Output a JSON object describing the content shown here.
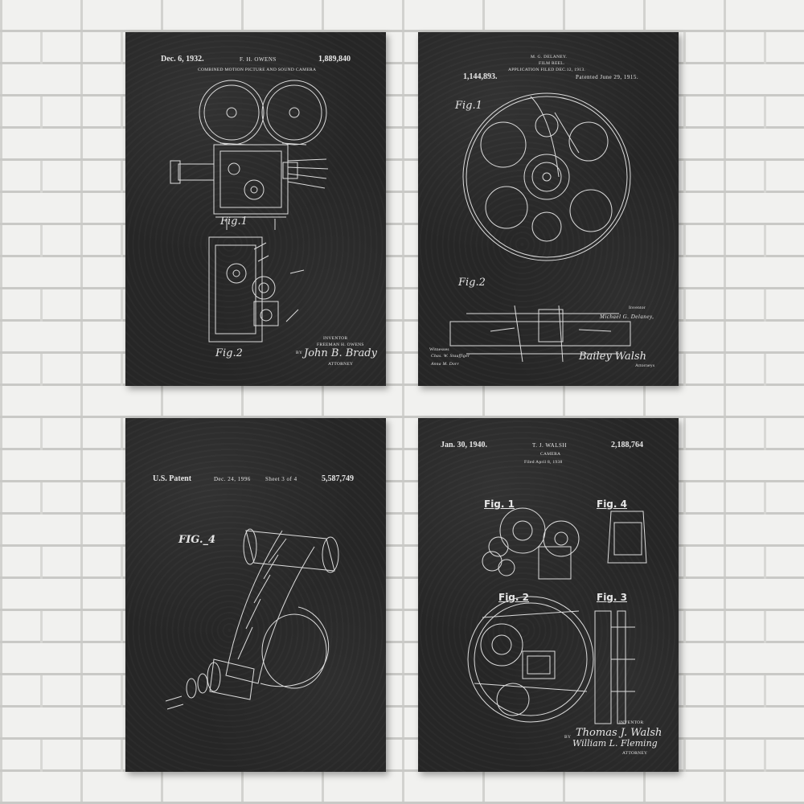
{
  "posters": [
    {
      "date": "Dec. 6, 1932.",
      "inventor": "F. H. OWENS",
      "number": "1,889,840",
      "title": "COMBINED MOTION PICTURE AND SOUND CAMERA",
      "fig1": "Fig.1",
      "fig2": "Fig.2",
      "inventor_label": "INVENTOR",
      "inventor_name": "FREEMAN H. OWENS",
      "by_label": "BY",
      "signature": "John B. Brady",
      "attorney_label": "ATTORNEY"
    },
    {
      "inventor": "M. G. DELANEY.",
      "title": "FILM REEL.",
      "application": "APPLICATION FILED DEC.12, 1913.",
      "number": "1,144,893.",
      "patented": "Patented June 29, 1915.",
      "fig1": "Fig.1",
      "fig2": "Fig.2",
      "inventor_label": "Inventor",
      "inventor_name": "Michael G. Delaney,",
      "witnesses_label": "Witnesses",
      "witness1": "Chas. W. Stauffiger",
      "witness2": "Anna M. Dorr",
      "signature": "Bailey Walsh",
      "attorney_label": "Attorneys"
    },
    {
      "header": "U.S. Patent",
      "date": "Dec. 24, 1996",
      "sheet": "Sheet 3 of 4",
      "number": "5,587,749",
      "fig": "FIG._4"
    },
    {
      "date": "Jan. 30, 1940.",
      "inventor": "T. J. WALSH",
      "number": "2,188,764",
      "title": "CAMERA",
      "filed": "Filed April 8, 1938",
      "fig1": "Fig. 1",
      "fig2": "Fig. 2",
      "fig3": "Fig. 3",
      "fig4": "Fig. 4",
      "inventor_label": "INVENTOR",
      "by_label": "BY",
      "signature": "Thomas J. Walsh",
      "signature2": "William L. Fleming",
      "attorney_label": "ATTORNEY"
    }
  ]
}
